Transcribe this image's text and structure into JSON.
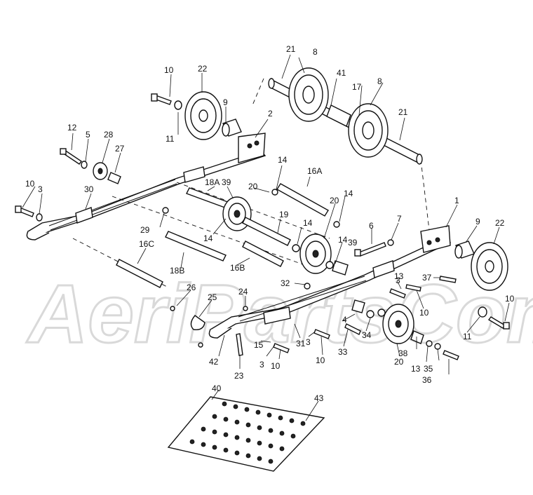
{
  "watermark": {
    "text": "AeriPartsCom"
  },
  "callouts": [
    {
      "id": "c-21a",
      "text": "21"
    },
    {
      "id": "c-8a",
      "text": "8"
    },
    {
      "id": "c-41",
      "text": "41"
    },
    {
      "id": "c-17",
      "text": "17"
    },
    {
      "id": "c-8b",
      "text": "8"
    },
    {
      "id": "c-21b",
      "text": "21"
    },
    {
      "id": "c-10a",
      "text": "10"
    },
    {
      "id": "c-22a",
      "text": "22"
    },
    {
      "id": "c-9a",
      "text": "9"
    },
    {
      "id": "c-11a",
      "text": "11"
    },
    {
      "id": "c-2",
      "text": "2"
    },
    {
      "id": "c-12",
      "text": "12"
    },
    {
      "id": "c-5",
      "text": "5"
    },
    {
      "id": "c-28",
      "text": "28"
    },
    {
      "id": "c-27",
      "text": "27"
    },
    {
      "id": "c-14a",
      "text": "14"
    },
    {
      "id": "c-16a",
      "text": "16A"
    },
    {
      "id": "c-10b",
      "text": "10"
    },
    {
      "id": "c-3a",
      "text": "3"
    },
    {
      "id": "c-30",
      "text": "30"
    },
    {
      "id": "c-18a",
      "text": "18A"
    },
    {
      "id": "c-39a",
      "text": "39"
    },
    {
      "id": "c-20a",
      "text": "20"
    },
    {
      "id": "c-14b",
      "text": "14"
    },
    {
      "id": "c-20b",
      "text": "20"
    },
    {
      "id": "c-1",
      "text": "1"
    },
    {
      "id": "c-29",
      "text": "29"
    },
    {
      "id": "c-14c",
      "text": "14"
    },
    {
      "id": "c-19",
      "text": "19"
    },
    {
      "id": "c-14d",
      "text": "14"
    },
    {
      "id": "c-6",
      "text": "6"
    },
    {
      "id": "c-7",
      "text": "7"
    },
    {
      "id": "c-9b",
      "text": "9"
    },
    {
      "id": "c-22b",
      "text": "22"
    },
    {
      "id": "c-16c",
      "text": "16C"
    },
    {
      "id": "c-14e",
      "text": "14"
    },
    {
      "id": "c-39b",
      "text": "39"
    },
    {
      "id": "c-18b",
      "text": "18B"
    },
    {
      "id": "c-16b",
      "text": "16B"
    },
    {
      "id": "c-32",
      "text": "32"
    },
    {
      "id": "c-3b",
      "text": "3"
    },
    {
      "id": "c-13a",
      "text": "13"
    },
    {
      "id": "c-37",
      "text": "37"
    },
    {
      "id": "c-26",
      "text": "26"
    },
    {
      "id": "c-24",
      "text": "24"
    },
    {
      "id": "c-25",
      "text": "25"
    },
    {
      "id": "c-10c",
      "text": "10"
    },
    {
      "id": "c-4",
      "text": "4"
    },
    {
      "id": "c-34",
      "text": "34"
    },
    {
      "id": "c-10d",
      "text": "10"
    },
    {
      "id": "c-11b",
      "text": "11"
    },
    {
      "id": "c-3c",
      "text": "3"
    },
    {
      "id": "c-31",
      "text": "31"
    },
    {
      "id": "c-15",
      "text": "15"
    },
    {
      "id": "c-10e",
      "text": "10"
    },
    {
      "id": "c-33",
      "text": "33"
    },
    {
      "id": "c-42",
      "text": "42"
    },
    {
      "id": "c-3d",
      "text": "3"
    },
    {
      "id": "c-10f",
      "text": "10"
    },
    {
      "id": "c-20c",
      "text": "20"
    },
    {
      "id": "c-38",
      "text": "38"
    },
    {
      "id": "c-13b",
      "text": "13"
    },
    {
      "id": "c-35",
      "text": "35"
    },
    {
      "id": "c-23",
      "text": "23"
    },
    {
      "id": "c-36",
      "text": "36"
    },
    {
      "id": "c-40",
      "text": "40"
    },
    {
      "id": "c-43",
      "text": "43"
    }
  ]
}
